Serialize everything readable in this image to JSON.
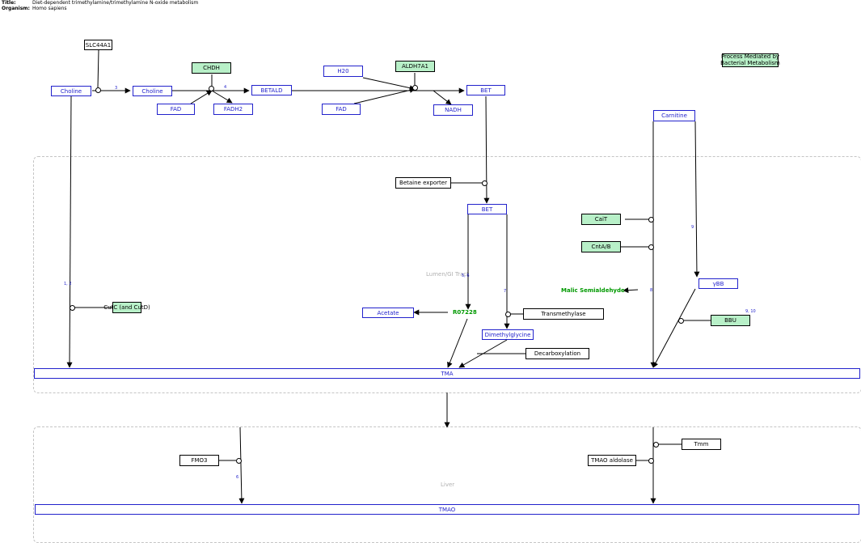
{
  "header": {
    "title_label": "Title:",
    "title": "Diet-dependent trimethylamine/trimethylamine N-oxide metabolism",
    "organism_label": "Organism:",
    "organism": "Homo sapiens"
  },
  "regions": {
    "lumen": "Lumen/GI Tract",
    "liver": "Liver"
  },
  "metabolites": {
    "choline_1": "Choline",
    "choline_2": "Choline",
    "betald": "BETALD",
    "fad_1": "FAD",
    "fadh2": "FADH2",
    "h2o": "H20",
    "fad_2": "FAD",
    "bet_1": "BET",
    "nadh": "NADH",
    "carnitine": "Carnitine",
    "bet_2": "BET",
    "ybb": "γBB",
    "acetate": "Acetate",
    "dimethylglycine": "Dimethylglycine",
    "tma": "TMA",
    "tmao": "TMAO"
  },
  "genes": {
    "slc44a1": "SLC44A1",
    "chdh": "CHDH",
    "aldh7a1": "ALDH7A1",
    "betaine_exporter": "Betaine exporter",
    "cait": "CaiT",
    "cnta_b": "CntA/B",
    "cutc": "CutC (and CutD)",
    "transmethylase": "Transmethylase",
    "bbu": "BBU",
    "decarboxylation": "Decarboxylation",
    "fmo3": "FMO3",
    "tmao_aldolase": "TMAO aldolase",
    "tmm": "Tmm"
  },
  "note": {
    "line1": "Process Mediated by",
    "line2": "Bacterial Metabolism"
  },
  "reactions": {
    "r07228": "R07228",
    "malic_semialdehyde": "Malic Semialdehyde"
  },
  "steps": {
    "s3": "3",
    "s4": "4",
    "s12": "1, 2",
    "s56": "5, 6",
    "s7": "7",
    "s8": "8",
    "s9": "9",
    "s910": "9, 10",
    "s6": "6"
  },
  "colors": {
    "metabolite": "#2222cc",
    "gene_product_highlight": "#b8f0c8",
    "reaction_label": "#009900",
    "region_border": "#c4c4c4"
  }
}
